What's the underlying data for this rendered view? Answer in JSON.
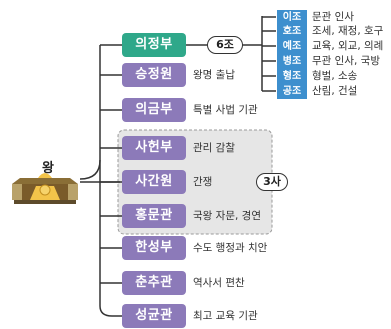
{
  "king": {
    "label": "왕"
  },
  "agencies": [
    {
      "label": "의정부",
      "desc": "",
      "color": "green"
    },
    {
      "label": "승정원",
      "desc": "왕명 출납",
      "color": "purple"
    },
    {
      "label": "의금부",
      "desc": "특별 사법 기관",
      "color": "purple"
    },
    {
      "label": "사헌부",
      "desc": "관리 감찰",
      "color": "purple"
    },
    {
      "label": "사간원",
      "desc": "간쟁",
      "color": "purple"
    },
    {
      "label": "홍문관",
      "desc": "국왕 자문, 경연",
      "color": "purple"
    },
    {
      "label": "한성부",
      "desc": "수도 행정과 치안",
      "color": "purple"
    },
    {
      "label": "춘추관",
      "desc": "역사서 편찬",
      "color": "purple"
    },
    {
      "label": "성균관",
      "desc": "최고 교육 기관",
      "color": "purple"
    }
  ],
  "six_ministries_badge": "6조",
  "three_offices_badge": "3사",
  "ministries": [
    {
      "label": "이조",
      "desc": "문관 인사"
    },
    {
      "label": "호조",
      "desc": "조세, 재정, 호구"
    },
    {
      "label": "예조",
      "desc": "교육, 외교, 의례"
    },
    {
      "label": "병조",
      "desc": "무관 인사, 국방"
    },
    {
      "label": "형조",
      "desc": "형벌, 소송"
    },
    {
      "label": "공조",
      "desc": "산림, 건설"
    }
  ],
  "colors": {
    "green": "#2fa88a",
    "purple": "#8c7ab9",
    "ministry_blue": "#3d8fce",
    "group_bg": "#e6e6e6",
    "line": "#333333"
  }
}
